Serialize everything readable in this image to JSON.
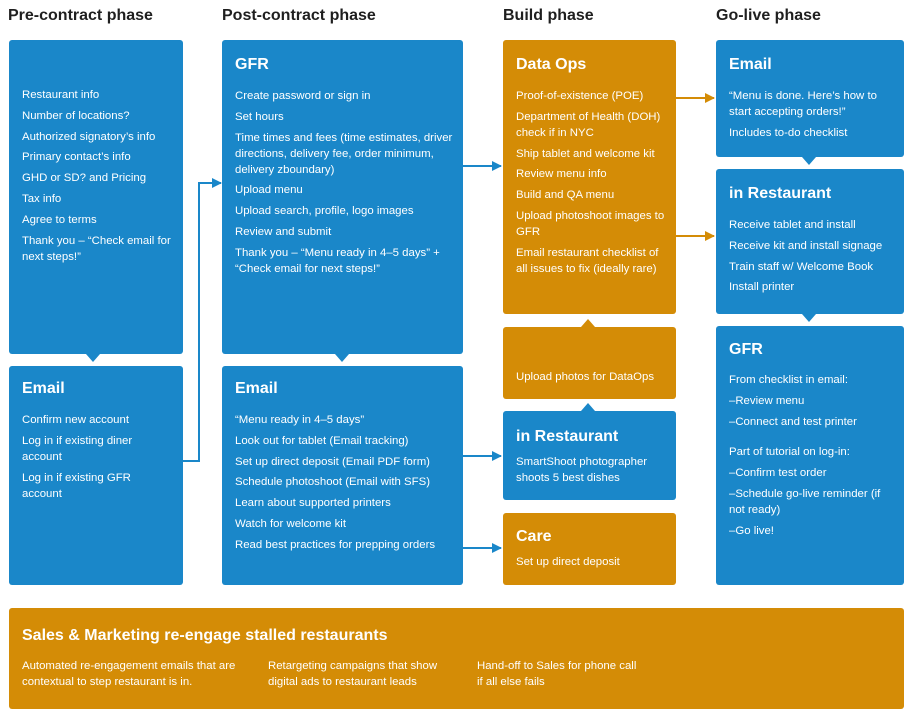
{
  "phases": {
    "pre_contract": "Pre-contract phase",
    "post_contract": "Post-contract phase",
    "build": "Build phase",
    "go_live": "Go-live phase"
  },
  "pre_contract": {
    "form": {
      "items": [
        "Restaurant info",
        "Number of locations?",
        "Authorized signatory’s info",
        "Primary contact’s info",
        "GHD or SD? and Pricing",
        "Tax info",
        "Agree to terms",
        "Thank you – “Check email for next steps!”"
      ]
    },
    "email": {
      "title": "Email",
      "items": [
        "Confirm new account",
        "Log in if existing diner account",
        "Log in if existing GFR account"
      ]
    }
  },
  "post_contract": {
    "gfr": {
      "title": "GFR",
      "items": [
        "Create password or sign in",
        "Set hours",
        "Time times and fees (time estimates, driver directions, delivery fee, order minimum, delivery zboundary)",
        "Upload menu",
        "Upload search, profile, logo images",
        "Review and submit",
        "Thank you – “Menu ready in 4–5 days” + “Check email for next steps!”"
      ]
    },
    "email": {
      "title": "Email",
      "items": [
        "“Menu ready in 4–5 days”",
        "Look out for tablet (Email tracking)",
        "Set up direct deposit (Email PDF form)",
        "Schedule photoshoot (Email with SFS)",
        "Learn about supported printers",
        "Watch for welcome kit",
        "Read best practices for prepping orders"
      ]
    }
  },
  "build": {
    "data_ops": {
      "title": "Data Ops",
      "items": [
        "Proof-of-existence (POE)",
        "Department of Health (DOH) check if in NYC",
        "Ship tablet and welcome kit",
        "Review menu info",
        "Build and QA menu",
        "Upload photoshoot images to GFR",
        "Email restaurant checklist of all issues to fix (ideally rare)"
      ]
    },
    "upload_photos": {
      "text": "Upload photos for DataOps"
    },
    "in_restaurant": {
      "title": "in Restaurant",
      "items": [
        "SmartShoot photographer shoots 5 best dishes"
      ]
    },
    "care": {
      "title": "Care",
      "items": [
        "Set up direct deposit"
      ]
    }
  },
  "go_live": {
    "email": {
      "title": "Email",
      "items": [
        "“Menu is done. Here’s how to start accepting orders!”",
        "Includes to-do checklist"
      ]
    },
    "in_restaurant": {
      "title": "in Restaurant",
      "items": [
        "Receive tablet and install",
        "Receive kit and install signage",
        "Train staff w/ Welcome Book",
        "Install printer"
      ]
    },
    "gfr": {
      "title": "GFR",
      "items": [
        "From checklist in email:",
        "–Review menu",
        "–Connect and test printer",
        "",
        "Part of tutorial on log-in:",
        "–Confirm test order",
        "–Schedule go-live reminder (if not ready)",
        "–Go live!"
      ]
    }
  },
  "banner": {
    "title": "Sales & Marketing re-engage stalled restaurants",
    "columns": [
      "Automated re-engagement emails that are contextual to step restaurant is in.",
      "Retargeting campaigns that show digital ads to restaurant leads",
      "Hand-off to Sales for phone call if all else fails"
    ]
  },
  "colors": {
    "blue": "#1a87c9",
    "gold": "#d48c06",
    "arrow": "#1a87c9",
    "gold_arrow": "#d48c06"
  }
}
